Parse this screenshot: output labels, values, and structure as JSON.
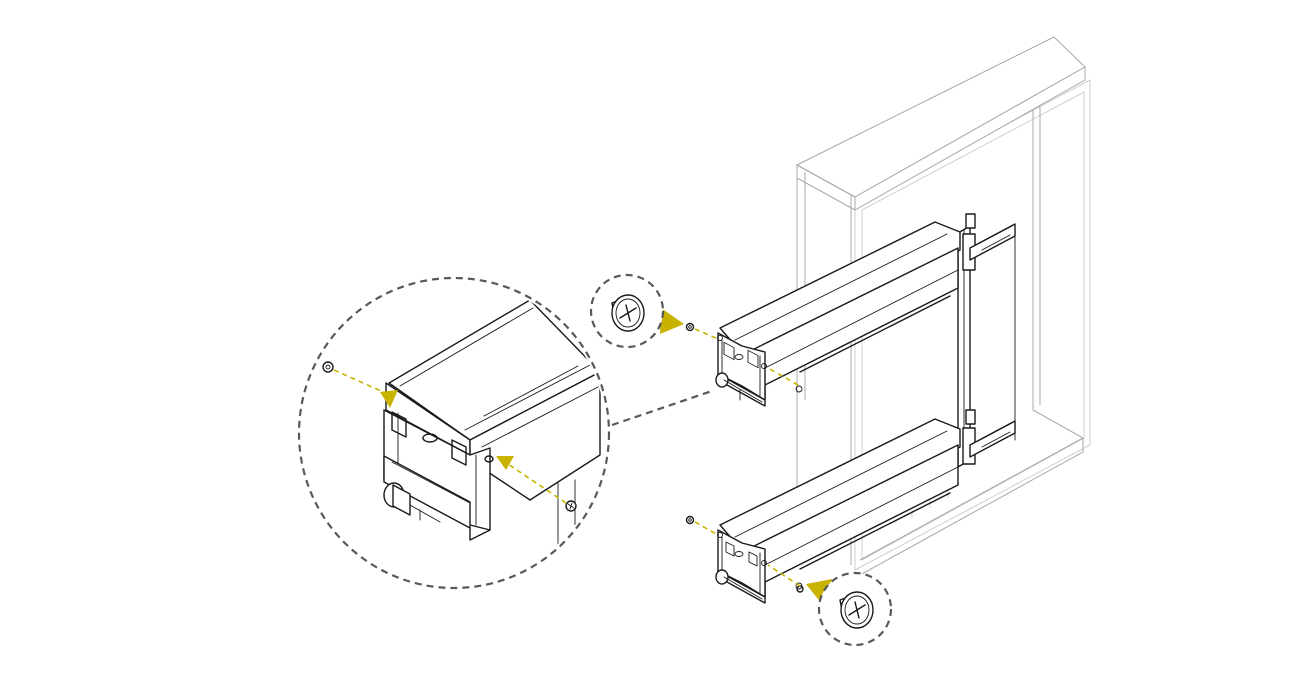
{
  "figure": {
    "kind": "assembly-instruction-illustration",
    "callouts": [
      {
        "id": "screw-top",
        "icon": "phillips-screw-icon"
      },
      {
        "id": "screw-bottom",
        "icon": "phillips-screw-icon"
      },
      {
        "id": "basket-detail",
        "icon": "magnified-detail"
      }
    ]
  },
  "colors": {
    "line": "#1a1a1a",
    "cabinet_outline": "#a8a8a8",
    "callout_dash": "#595959",
    "arrow_accent": "#c8b400",
    "background": "#ffffff"
  }
}
